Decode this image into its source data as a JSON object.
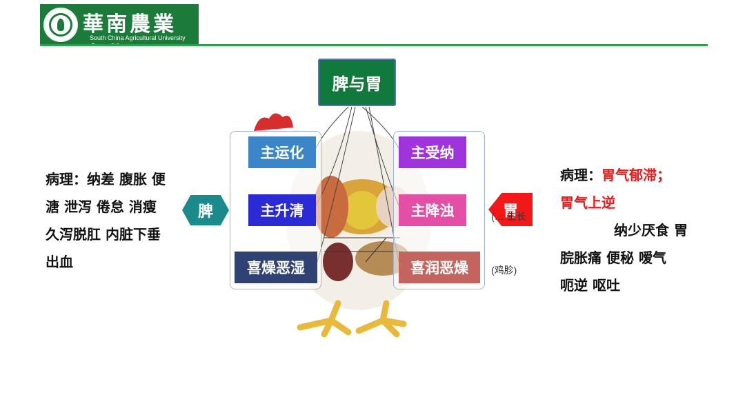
{
  "header": {
    "logo_cn": "華南農業大學",
    "logo_en": "South China Agricultural University"
  },
  "diagram": {
    "title": "脾与胃",
    "spleen_label": "脾",
    "stomach_label": "胃",
    "spleen_functions": [
      "主运化",
      "主升清",
      "喜燥恶湿"
    ],
    "stomach_functions": [
      "主受纳",
      "主降浊",
      "喜润恶燥"
    ],
    "note_upper": "(… 生长",
    "note_lower": "(鸡胗)"
  },
  "left_text": {
    "lines": [
      "病理：纳差 腹胀 便",
      "溏 泄泻 倦怠 消瘦",
      "久泻脱肛 内脏下垂",
      "出血"
    ]
  },
  "right_text": {
    "label": "病理：",
    "red_line1": "胃气郁滞；",
    "red_line2": "胃气上逆",
    "lines": [
      "纳少厌食 胃",
      "脘胀痛  便秘  嗳气",
      "呃逆  呕吐"
    ]
  },
  "colors": {
    "header_green": "#1c7a3a",
    "title_green": "#0f7a3c",
    "spleen_teal": "#1a8a8a",
    "stomach_red": "#f21818"
  }
}
